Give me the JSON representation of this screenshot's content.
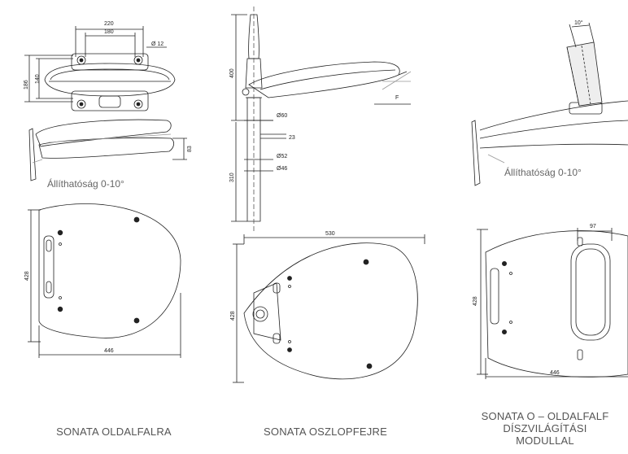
{
  "panels": {
    "left": {
      "top_dims": {
        "outer_width": "220",
        "inner_width": "180",
        "hole": "Ø 12",
        "outer_height": "186",
        "inner_height": "140"
      },
      "side_height": "83",
      "adjust_note": "Állíthatóság 0-10°",
      "plan_height": "428",
      "plan_width": "446",
      "caption": "SONATA OLDALFALRA"
    },
    "middle": {
      "pole_height": "400",
      "pole_lower_height": "310",
      "d60": "Ø60",
      "d52": "Ø52",
      "d46": "Ø46",
      "depth": "23",
      "angle_mark": "F",
      "plan_width": "530",
      "plan_height": "428",
      "caption": "SONATA OSZLOPFEJRE"
    },
    "right": {
      "angle": "10°",
      "adjust_note": "Állíthatóság 0-10°",
      "module_width": "97",
      "plan_height": "428",
      "plan_width": "446",
      "caption_lines": [
        "SONATA O – OLDALFALF",
        "DÍSZVILÁGÍTÁSI",
        "MODULLAL"
      ]
    }
  }
}
